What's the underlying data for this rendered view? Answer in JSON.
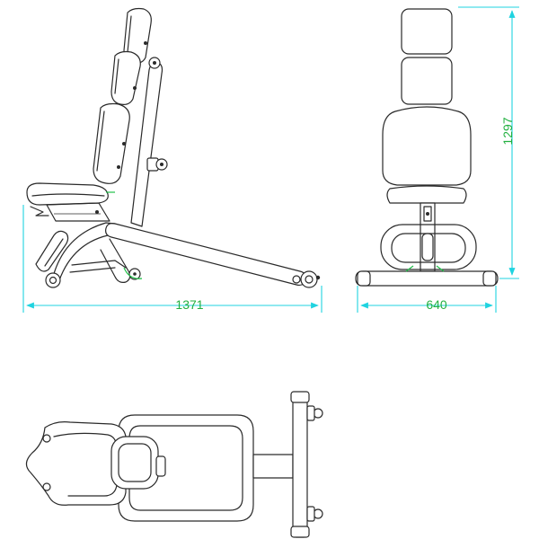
{
  "colors": {
    "line": "#2a2a2a",
    "dimension": "#1fd3e0",
    "dimension_text": "#22b040",
    "accent": "#22c04a"
  },
  "views": {
    "side": {
      "dimension_length": "1371"
    },
    "front": {
      "dimension_height": "1297",
      "dimension_width": "640"
    },
    "top": {}
  }
}
